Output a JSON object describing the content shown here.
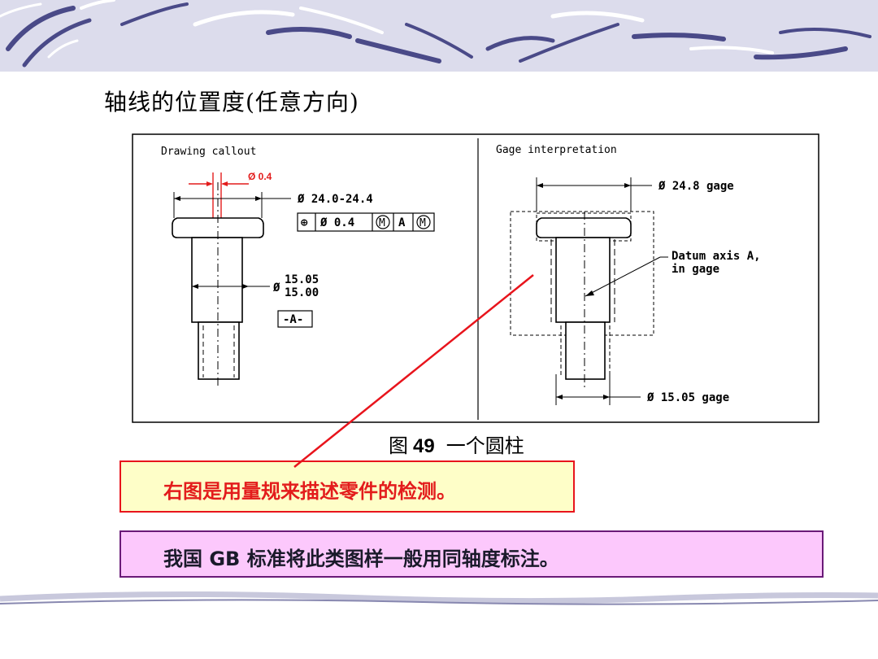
{
  "slide_title": "轴线的位置度(任意方向)",
  "figure": {
    "left_panel": {
      "heading": "Drawing callout",
      "tolerance_mark": "Ø 0.4",
      "outer_dim": "Ø 24.0-24.4",
      "frame_cells": [
        "⊕",
        "Ø 0.4",
        "M",
        "A",
        "M"
      ],
      "shaft_dim_symbol": "Ø",
      "shaft_dim_upper": "15.05",
      "shaft_dim_lower": "15.00",
      "datum_label": "-A-"
    },
    "right_panel": {
      "heading": "Gage interpretation",
      "top_gage": "Ø 24.8 gage",
      "datum_note_line1": "Datum axis A,",
      "datum_note_line2": "in gage",
      "bottom_gage": "Ø 15.05 gage"
    }
  },
  "caption": {
    "prefix": "图",
    "number": "49",
    "text": "一个圆柱"
  },
  "note_red": "右图是用量规来描述零件的检测。",
  "note_purple": "我国 GB 标准将此类图样一般用同轴度标注。",
  "colors": {
    "header_band": "#dcdcec",
    "stroke": "#4a4a88",
    "red_accent": "#e31c1c",
    "note_red_bg": "#fefec8",
    "note_purple_bg": "#fcc8fc",
    "note_purple_border": "#6a1a78"
  }
}
